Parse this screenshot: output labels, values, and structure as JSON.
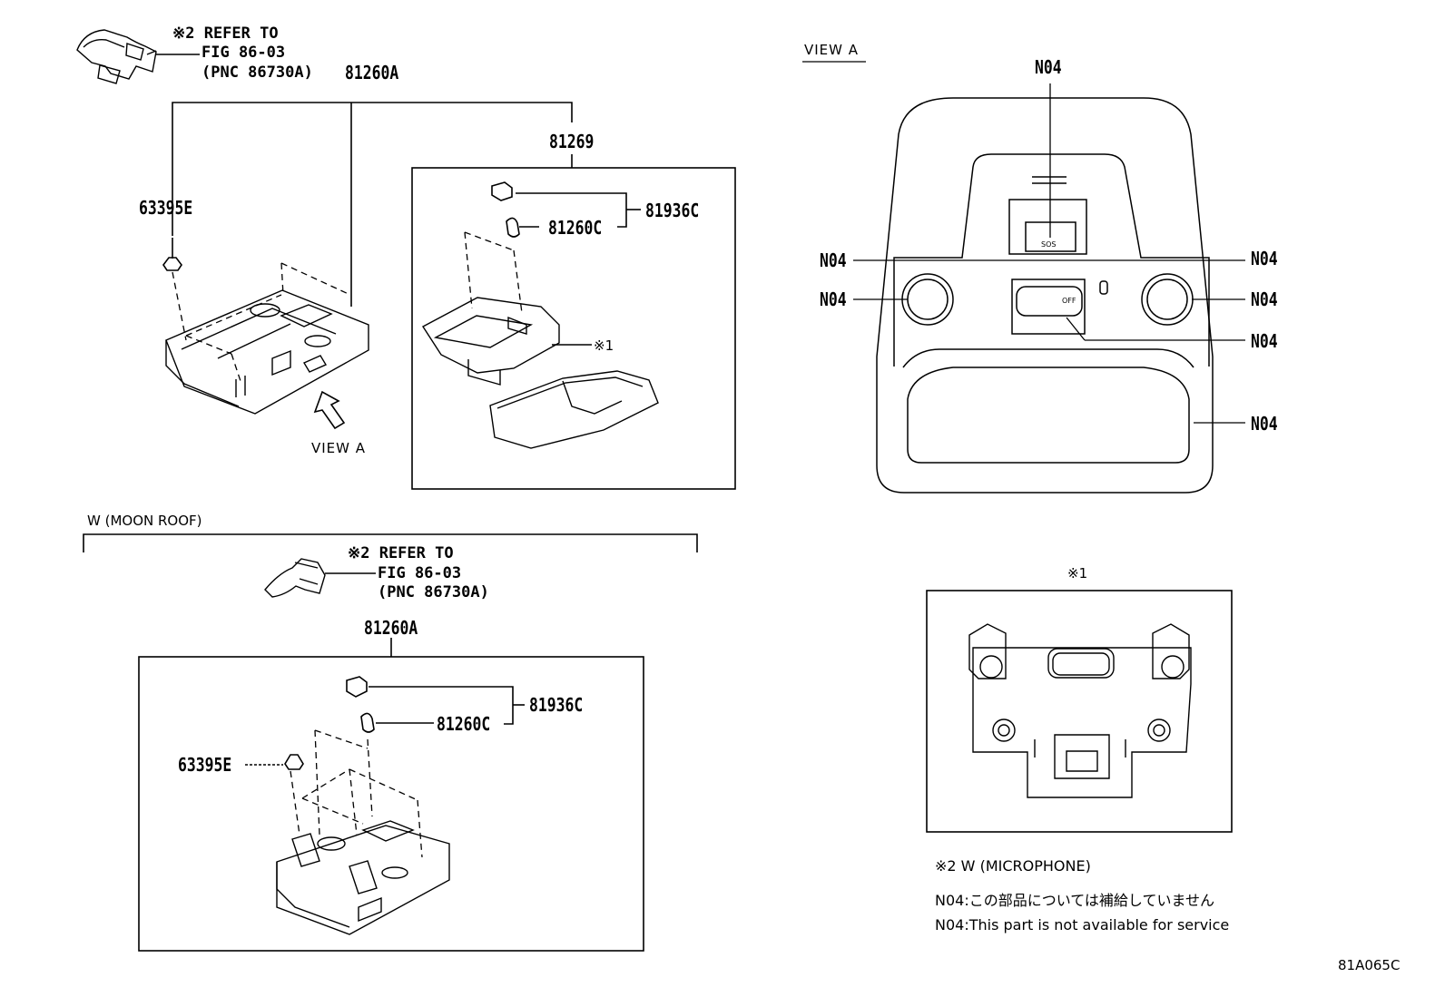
{
  "top_left": {
    "refer_line1": "※2 REFER TO",
    "refer_line2": "FIG 86-03",
    "refer_line3": "(PNC 86730A)",
    "label_81260A": "81260A",
    "label_81269": "81269",
    "label_63395E": "63395E",
    "label_81936C": "81936C",
    "label_81260C": "81260C",
    "label_ref1": "※1",
    "view_a_arrow": "VIEW A"
  },
  "moon_roof": {
    "header": "W (MOON ROOF)",
    "refer_line1": "※2 REFER TO",
    "refer_line2": "FIG 86-03",
    "refer_line3": "(PNC 86730A)",
    "label_81260A": "81260A",
    "label_81936C": "81936C",
    "label_81260C": "81260C",
    "label_63395E": "63395E"
  },
  "view_a": {
    "title": "VIEW A",
    "labels": [
      "N04",
      "N04",
      "N04",
      "N04",
      "N04",
      "N04",
      "N04"
    ],
    "sos": "SOS",
    "off": "OFF"
  },
  "detail1": {
    "title": "※1"
  },
  "notes": {
    "line1": "※2 W (MICROPHONE)",
    "line2": "N04:この部品については補給していません",
    "line3": "N04:This part is not available for service"
  },
  "figure_code": "81A065C"
}
